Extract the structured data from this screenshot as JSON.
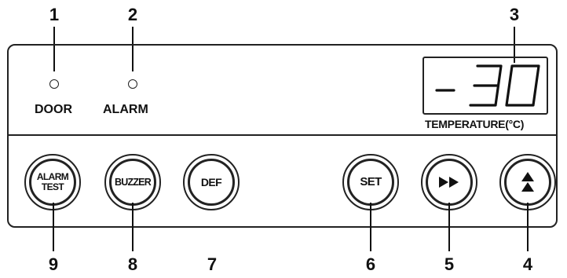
{
  "callouts": [
    "1",
    "2",
    "3",
    "4",
    "5",
    "6",
    "7",
    "8",
    "9"
  ],
  "indicators": {
    "door": {
      "label": "DOOR"
    },
    "alarm": {
      "label": "ALARM"
    }
  },
  "display": {
    "reading": "-30",
    "label": "TEMPERATURE(°C)"
  },
  "buttons": {
    "alarm_test": {
      "line1": "ALARM",
      "line2": "TEST"
    },
    "buzzer": {
      "label": "BUZZER"
    },
    "def": {
      "label": "DEF"
    },
    "set": {
      "label": "SET"
    },
    "forward": {
      "icon": "double-right-arrow-icon"
    },
    "up": {
      "icon": "double-up-arrow-icon"
    }
  },
  "colors": {
    "ink": "#111111",
    "panel_border": "#222222",
    "background": "#ffffff"
  }
}
